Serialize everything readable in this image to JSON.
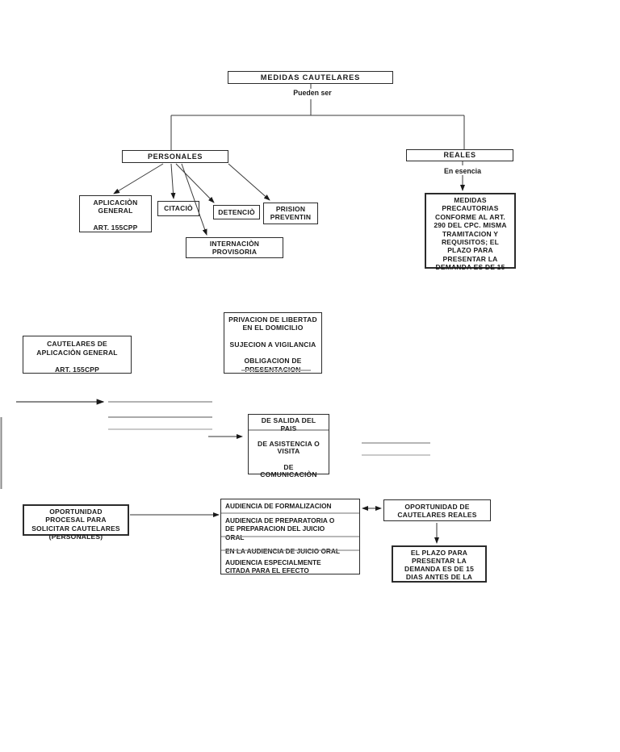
{
  "page": {
    "background": "#ffffff",
    "colors": {
      "box_border": "#2b2b2b",
      "text": "#1b1b1b",
      "connector": "#333333",
      "gray_line": "#999999"
    }
  },
  "nodes": {
    "medidas_cautelares": "MEDIDAS CAUTELARES",
    "pueden_ser": "Pueden ser",
    "personales": "PERSONALES",
    "reales": "REALES",
    "en_esencia": "En esencia",
    "aplicacion_general": "APLICACIÒN\nGENERAL\n\nART. 155CPP",
    "citacion": "CITACIÒ",
    "detencion": "DETENCIÒ",
    "prision_preventiva": "PRISION\nPREVENTIN",
    "internacion_provisoria": "INTERNACIÒN\nPROVISORIA",
    "medidas_precautorias": "MEDIDAS\nPRECAUTORIAS\nCONFORME AL ART.\n290 DEL CPC. MISMA\nTRAMITACION Y\nREQUISITOS; EL\nPLAZO PARA\nPRESENTAR LA\nDEMANDA ES DE 15",
    "cautelares_aplicacion_general": "CAUTELARES DE\nAPLICACIÒN GENERAL\n\nART. 155CPP",
    "privacion_libertad": "PRIVACION DE LIBERTAD\nEN EL DOMICILIO\n\nSUJECION A VIGILANCIA\n\nOBLIGACION DE\nPRESENTACION",
    "prohibiciones": "DE SALIDA DEL\nPAIS\n\nDE ASISTENCIA O\nVISITA\n\nDE\nCOMUNICACIÒN",
    "oportunidad_procesal": "OPORTUNIDAD\nPROCESAL PARA\nSOLICITAR CAUTELARES\n(PERSONALES)",
    "audiencia_rows": [
      "AUDIENCIA DE FORMALIZACION",
      "AUDIENCIA DE PREPARATORIA O\nDE PREPARACION DEL JUICIO\nORAL",
      "EN LA AUDIENCIA DE JUICIO ORAL",
      "AUDIENCIA ESPECIALMENTE\nCITADA PARA EL EFECTO"
    ],
    "oportunidad_reales": "OPORTUNIDAD DE\nCAUTELARES REALES",
    "plazo_reales": "EL PLAZO PARA\nPRESENTAR LA\nDEMANDA ES DE 15\nDIAS ANTES DE LA"
  }
}
